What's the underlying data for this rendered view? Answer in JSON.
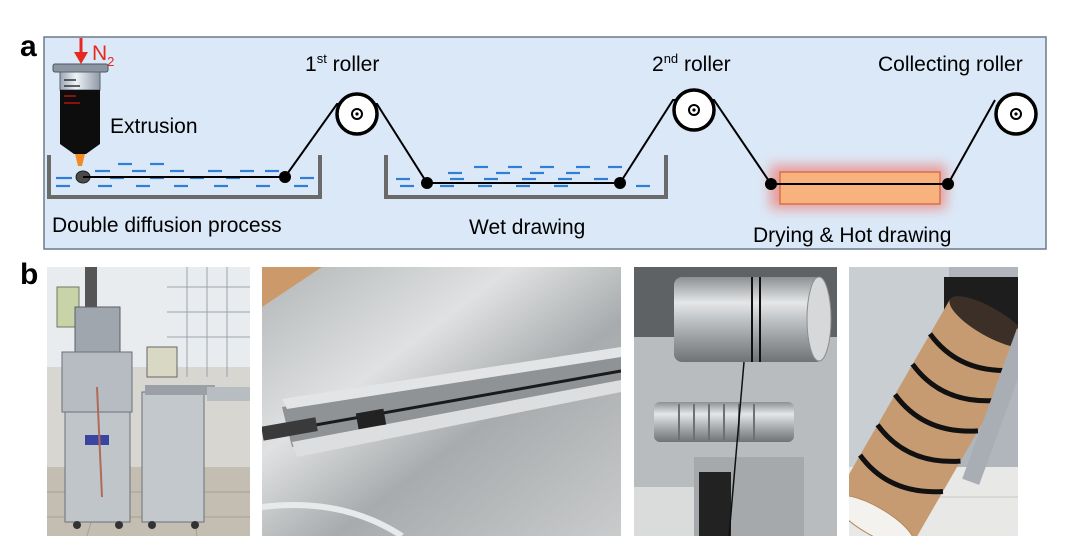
{
  "panels": {
    "a": "a",
    "b": "b"
  },
  "diagram": {
    "gas": {
      "symbol": "N",
      "subscript": "2"
    },
    "labels": {
      "extrusion": "Extrusion",
      "double_diffusion": "Double diffusion process",
      "wet_drawing": "Wet drawing",
      "drying": "Drying & Hot drawing",
      "roller1": "1",
      "roller1_sup": "st",
      "roller1_word": " roller",
      "roller2": "2",
      "roller2_sup": "nd",
      "roller2_word": " roller",
      "collecting": "Collecting roller"
    },
    "colors": {
      "background": "#dbe8f7",
      "water": "#2f7fd6",
      "arrow": "#e8281e",
      "heater": "#f7b27e",
      "heater_glow": "#f35b4b",
      "nozzle": "#f08a24"
    }
  },
  "photos": [
    {
      "name": "photo-lab-equipment"
    },
    {
      "name": "photo-drawing-trough"
    },
    {
      "name": "photo-drawing-roller"
    },
    {
      "name": "photo-collecting-spool"
    }
  ]
}
